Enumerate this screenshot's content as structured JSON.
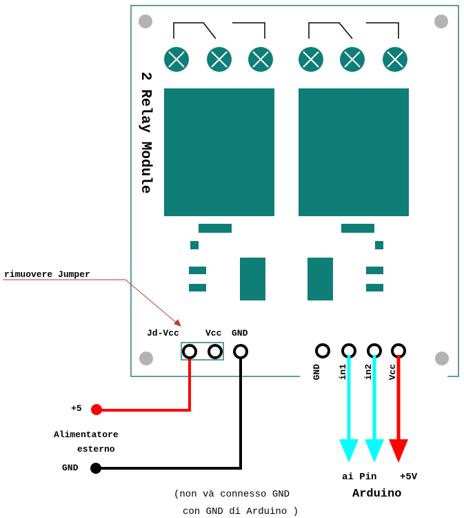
{
  "module": {
    "title": "2 Relay Module",
    "board_color": "#ffffff",
    "board_border": "#2c7f7a",
    "teal": "#0f7e76"
  },
  "header_pins": {
    "left_labels": [
      "Jd-Vcc",
      "Vcc",
      "GND"
    ],
    "right_labels": [
      "GND",
      "in1",
      "in2",
      "Vcc"
    ]
  },
  "annotations": {
    "jumper_note": "rimuovere Jumper",
    "plus5": "+5",
    "supply_line1": "Alimentatore",
    "supply_line2": "esterno",
    "gnd": "GND",
    "note_line1": "(non và connesso GND",
    "note_line2": "con GND di Arduino )",
    "ai_pin": "ai Pin",
    "plus5v": "+5V",
    "arduino": "Arduino"
  },
  "wire_colors": {
    "power": "#ff0000",
    "ground": "#000000",
    "signal": "#00ffff",
    "arrow_line": "#c0392b"
  }
}
